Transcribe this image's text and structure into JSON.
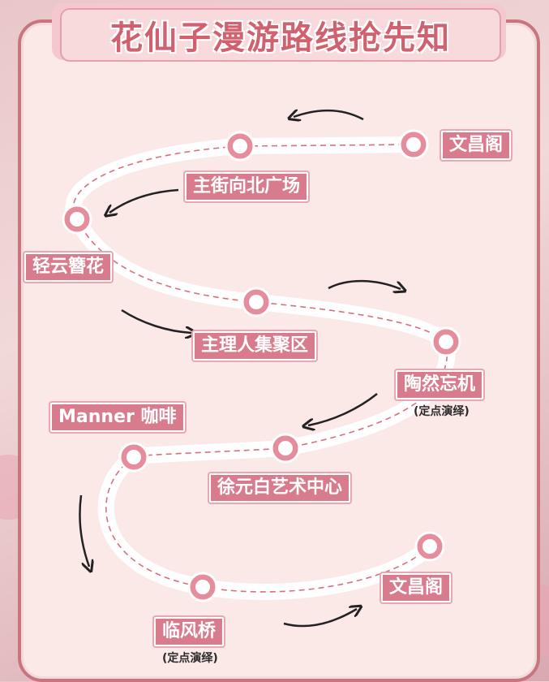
{
  "title": "花仙子漫游路线抢先知",
  "stops": [
    {
      "label": "文昌阁",
      "sub": ""
    },
    {
      "label": "主街向北广场",
      "sub": ""
    },
    {
      "label": "轻云簪花",
      "sub": ""
    },
    {
      "label": "主理人集聚区",
      "sub": ""
    },
    {
      "label": "陶然忘机",
      "sub": "(定点演绎)"
    },
    {
      "label": "Manner 咖啡",
      "sub": ""
    },
    {
      "label": "徐元白艺术中心",
      "sub": ""
    },
    {
      "label": "临风桥",
      "sub": "(定点演绎)"
    },
    {
      "label": "文昌阁",
      "sub": ""
    }
  ],
  "colors": {
    "accent": "#d87b8c",
    "node": "#e58d9c",
    "path": "#ffffff",
    "dash": "#d9707f"
  }
}
